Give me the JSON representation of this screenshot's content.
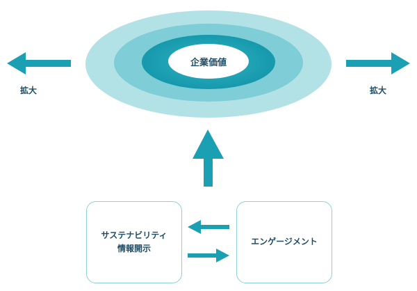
{
  "diagram": {
    "center_label": "企業価値",
    "expand_left_label": "拡大",
    "expand_right_label": "拡大",
    "left_box": {
      "line1": "サステナビリティ",
      "line2": "情報開示"
    },
    "right_box": {
      "label": "エンゲージメント"
    }
  },
  "colors": {
    "ring_outer": "#b3e2e6",
    "ring_middle": "#7fcdd6",
    "ring_inner": "#3bb3c2",
    "ring_core": "#1fa7b8",
    "arrow": "#1aa0b2",
    "box_border": "#8fd0d6",
    "text": "#1f4d66"
  }
}
